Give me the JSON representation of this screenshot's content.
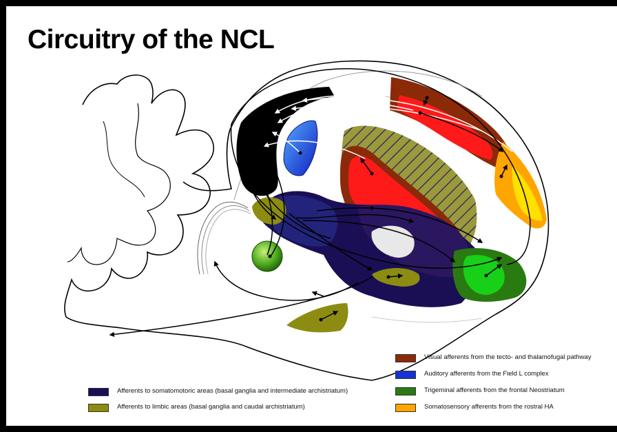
{
  "title": "Circuitry of the NCL",
  "colors": {
    "visual": "#8b2a08",
    "auditory": "#1532d4",
    "trigeminal": "#2a7a12",
    "somatosensory": "#ffa500",
    "somatomotor": "#1a0f55",
    "limbic": "#8c8c12"
  },
  "legend_right": [
    {
      "label": "Visual afferents from the tecto- and thalamofugal pathway",
      "color": "#8b2a08"
    },
    {
      "label": "Auditory afferents from the Field L complex",
      "color": "#1532d4"
    },
    {
      "label": "Trigeminal afferents from the frontal Neostriatum",
      "color": "#2a7a12"
    },
    {
      "label": "Somatosensory afferents from the rostral HA",
      "color": "#ffa500"
    }
  ],
  "legend_left": [
    {
      "label": "Afferents to somatomotoric areas (basal ganglia and intermediate archistriatum)",
      "color": "#1a0f55"
    },
    {
      "label": "Afferents to limbic areas (basal ganglia and caudal archistriatum)",
      "color": "#8c8c12"
    }
  ]
}
